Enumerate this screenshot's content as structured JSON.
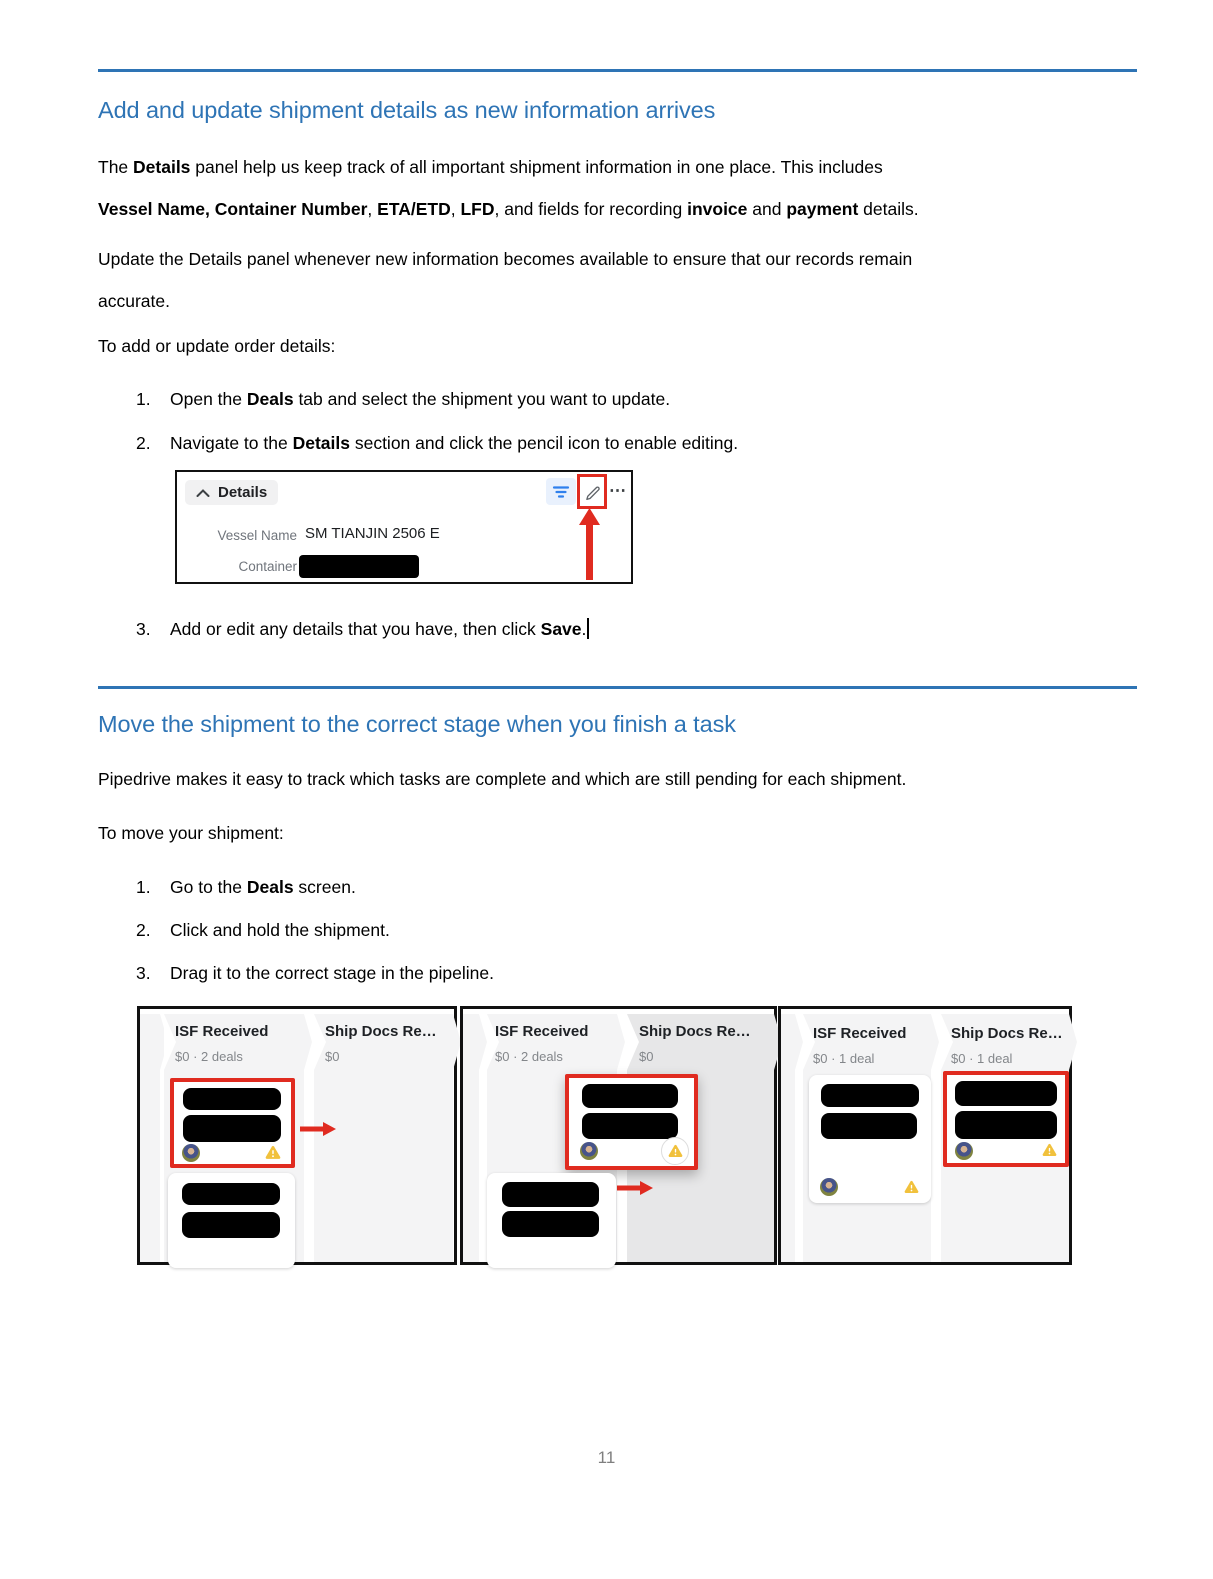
{
  "colors": {
    "heading_blue": "#2E74B5",
    "rule_blue": "#2E74B5",
    "highlight_red": "#e02b20",
    "warning_yellow": "#f1c13c",
    "filter_blue": "#2f80ed",
    "column_gray": "#f4f4f5",
    "column_gray_highlight": "#e7e7e8"
  },
  "page_number": "11",
  "section1": {
    "heading": "Add and update shipment details as new information arrives",
    "p1_lines": [
      [
        {
          "t": "The "
        },
        {
          "t": "Details",
          "b": 1
        },
        {
          "t": " panel help us keep track of all important shipment information in one place. This includes"
        }
      ],
      [
        {
          "t": "Vessel Name, Container Number",
          "b": 1
        },
        {
          "t": ", "
        },
        {
          "t": "ETA/ETD",
          "b": 1
        },
        {
          "t": ", "
        },
        {
          "t": "LFD",
          "b": 1
        },
        {
          "t": ", and fields for recording "
        },
        {
          "t": "invoice",
          "b": 1
        },
        {
          "t": " and "
        },
        {
          "t": "payment",
          "b": 1
        },
        {
          "t": " details."
        }
      ]
    ],
    "p2_lines": [
      [
        {
          "t": "Update the Details panel whenever new information becomes available to ensure that our records remain"
        }
      ],
      [
        {
          "t": "accurate."
        }
      ]
    ],
    "p3": "To add or update order details:",
    "steps": [
      {
        "num": "1.",
        "runs": [
          {
            "t": "Open the "
          },
          {
            "t": "Deals",
            "b": 1
          },
          {
            "t": " tab and select the shipment you want to update."
          }
        ]
      },
      {
        "num": "2.",
        "runs": [
          {
            "t": "Navigate to the "
          },
          {
            "t": "Details",
            "b": 1
          },
          {
            "t": " section and click the pencil icon to enable editing."
          }
        ]
      },
      {
        "num": "3.",
        "runs": [
          {
            "t": "Add or edit any details that you have, then click "
          },
          {
            "t": "Save",
            "b": 1
          },
          {
            "t": "."
          }
        ]
      }
    ]
  },
  "details_panel": {
    "title": "Details",
    "more_glyph": "⋯",
    "icons": [
      "chevron-up",
      "filter",
      "pencil",
      "ellipsis",
      "arrow-up-highlight"
    ],
    "fields": [
      {
        "label": "Vessel Name",
        "value": "SM TIANJIN 2506 E",
        "redacted": false
      },
      {
        "label": "Container",
        "value": "",
        "redacted": true
      }
    ]
  },
  "section2": {
    "heading": "Move the shipment to the correct stage when you finish a task",
    "p1": "Pipedrive makes it easy to track which tasks are complete and which are still pending for each shipment.",
    "p2": "To move your shipment:",
    "steps": [
      {
        "num": "1.",
        "runs": [
          {
            "t": "Go to the "
          },
          {
            "t": "Deals",
            "b": 1
          },
          {
            "t": " screen."
          }
        ]
      },
      {
        "num": "2.",
        "runs": [
          {
            "t": "Click and hold the shipment."
          }
        ]
      },
      {
        "num": "3.",
        "runs": [
          {
            "t": "Drag it to the correct stage in the pipeline."
          }
        ]
      }
    ]
  },
  "pipelines": [
    {
      "columns": [
        {
          "title": "ISF Received",
          "subtitle": "$0 · 2 deals"
        },
        {
          "title": "Ship Docs Re…",
          "subtitle": "$0"
        }
      ]
    },
    {
      "columns": [
        {
          "title": "ISF Received",
          "subtitle": "$0 · 2 deals"
        },
        {
          "title": "Ship Docs Re…",
          "subtitle": "$0"
        }
      ]
    },
    {
      "columns": [
        {
          "title": "ISF Received",
          "subtitle": "$0 · 1 deal"
        },
        {
          "title": "Ship Docs Re…",
          "subtitle": "$0 · 1 deal"
        }
      ]
    }
  ]
}
